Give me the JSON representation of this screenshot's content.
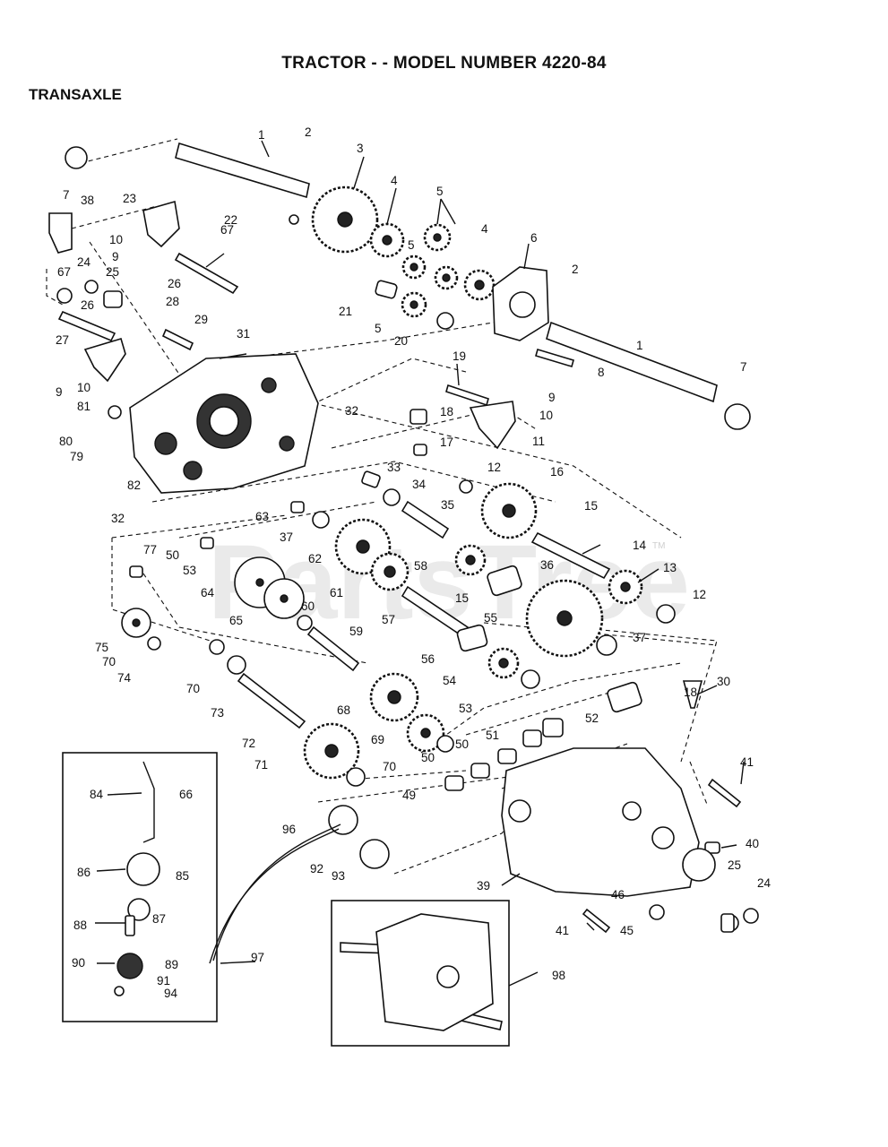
{
  "title": "TRACTOR - - MODEL NUMBER 4220-84",
  "subtitle": "TRANSAXLE",
  "watermark": "PartsTree",
  "watermark_tm": "TM",
  "labels": [
    {
      "text": "1"
    },
    {
      "text": "2"
    },
    {
      "text": "3"
    },
    {
      "text": "4"
    },
    {
      "text": "5"
    },
    {
      "text": "5"
    },
    {
      "text": "4"
    },
    {
      "text": "6"
    },
    {
      "text": "7"
    },
    {
      "text": "38"
    },
    {
      "text": "23"
    },
    {
      "text": "22"
    },
    {
      "text": "67"
    },
    {
      "text": "10"
    },
    {
      "text": "9"
    },
    {
      "text": "67"
    },
    {
      "text": "24"
    },
    {
      "text": "25"
    },
    {
      "text": "26"
    },
    {
      "text": "26"
    },
    {
      "text": "28"
    },
    {
      "text": "29"
    },
    {
      "text": "21"
    },
    {
      "text": "5"
    },
    {
      "text": "20"
    },
    {
      "text": "2"
    },
    {
      "text": "1"
    },
    {
      "text": "8"
    },
    {
      "text": "7"
    },
    {
      "text": "27"
    },
    {
      "text": "31"
    },
    {
      "text": "9"
    },
    {
      "text": "10"
    },
    {
      "text": "81"
    },
    {
      "text": "32"
    },
    {
      "text": "19"
    },
    {
      "text": "9"
    },
    {
      "text": "10"
    },
    {
      "text": "18"
    },
    {
      "text": "11"
    },
    {
      "text": "80"
    },
    {
      "text": "79"
    },
    {
      "text": "17"
    },
    {
      "text": "33"
    },
    {
      "text": "12"
    },
    {
      "text": "16"
    },
    {
      "text": "82"
    },
    {
      "text": "34"
    },
    {
      "text": "32"
    },
    {
      "text": "63"
    },
    {
      "text": "35"
    },
    {
      "text": "15"
    },
    {
      "text": "37"
    },
    {
      "text": "77"
    },
    {
      "text": "50"
    },
    {
      "text": "62"
    },
    {
      "text": "14"
    },
    {
      "text": "53"
    },
    {
      "text": "58"
    },
    {
      "text": "36"
    },
    {
      "text": "13"
    },
    {
      "text": "64"
    },
    {
      "text": "61"
    },
    {
      "text": "15"
    },
    {
      "text": "12"
    },
    {
      "text": "65"
    },
    {
      "text": "60"
    },
    {
      "text": "57"
    },
    {
      "text": "55"
    },
    {
      "text": "59"
    },
    {
      "text": "75"
    },
    {
      "text": "37"
    },
    {
      "text": "70"
    },
    {
      "text": "56"
    },
    {
      "text": "74"
    },
    {
      "text": "54"
    },
    {
      "text": "70"
    },
    {
      "text": "30"
    },
    {
      "text": "73"
    },
    {
      "text": "18"
    },
    {
      "text": "68"
    },
    {
      "text": "53"
    },
    {
      "text": "52"
    },
    {
      "text": "72"
    },
    {
      "text": "51"
    },
    {
      "text": "69"
    },
    {
      "text": "50"
    },
    {
      "text": "71"
    },
    {
      "text": "50"
    },
    {
      "text": "41"
    },
    {
      "text": "70"
    },
    {
      "text": "84"
    },
    {
      "text": "66"
    },
    {
      "text": "49"
    },
    {
      "text": "96"
    },
    {
      "text": "40"
    },
    {
      "text": "86"
    },
    {
      "text": "85"
    },
    {
      "text": "92"
    },
    {
      "text": "93"
    },
    {
      "text": "25"
    },
    {
      "text": "39"
    },
    {
      "text": "24"
    },
    {
      "text": "46"
    },
    {
      "text": "87"
    },
    {
      "text": "41"
    },
    {
      "text": "45"
    },
    {
      "text": "88"
    },
    {
      "text": "97"
    },
    {
      "text": "90"
    },
    {
      "text": "89"
    },
    {
      "text": "98"
    },
    {
      "text": "91"
    },
    {
      "text": "94"
    }
  ]
}
